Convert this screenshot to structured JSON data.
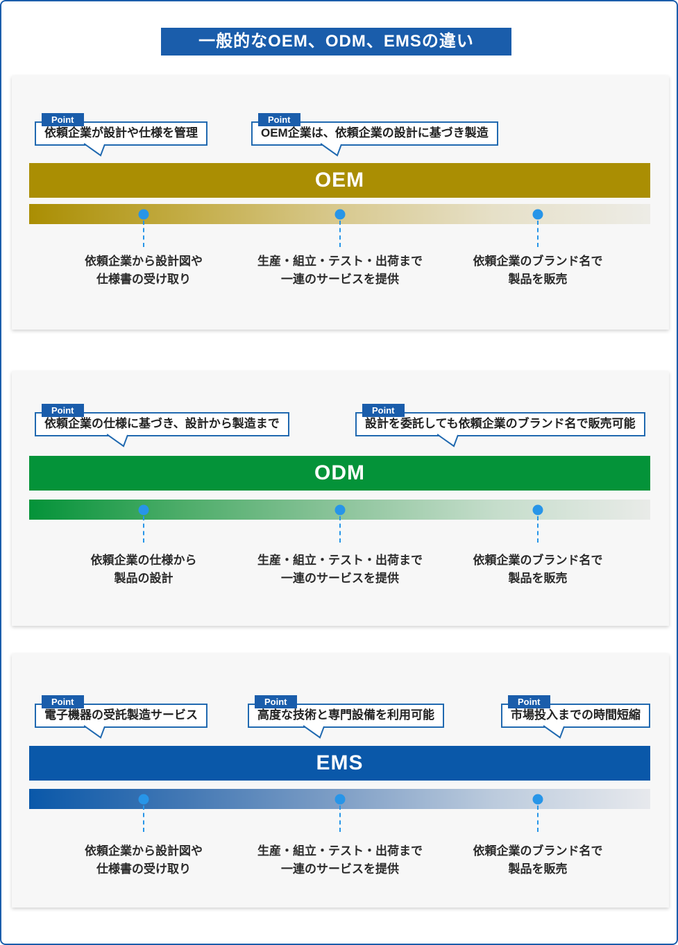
{
  "title": "一般的なOEM、ODM、EMSの違い",
  "point_label": "Point",
  "colors": {
    "frame_border": "#1a5dab",
    "title_bg": "#1a5dab",
    "panel_bg": "#f7f7f7",
    "point_tag_bg": "#1a5dab",
    "callout_border": "#2069b0",
    "dot": "#2795e8",
    "oem_band": "#aa8e03",
    "odm_band": "#049339",
    "ems_band": "#0a58a9",
    "gradient_end": "#ebece9"
  },
  "sections": [
    {
      "name": "OEM",
      "callouts": [
        "依頼企業が設計や仕様を管理",
        "OEM企業は、依頼企業の設計に基づき製造"
      ],
      "steps": [
        {
          "line1": "依頼企業から設計図や",
          "line2": "仕様書の受け取り"
        },
        {
          "line1": "生産・組立・テスト・出荷まで",
          "line2": "一連のサービスを提供"
        },
        {
          "line1": "依頼企業のブランド名で",
          "line2": "製品を販売"
        }
      ]
    },
    {
      "name": "ODM",
      "callouts": [
        "依頼企業の仕様に基づき、設計から製造まで",
        "設計を委託しても依頼企業のブランド名で販売可能"
      ],
      "steps": [
        {
          "line1": "依頼企業の仕様から",
          "line2": "製品の設計"
        },
        {
          "line1": "生産・組立・テスト・出荷まで",
          "line2": "一連のサービスを提供"
        },
        {
          "line1": "依頼企業のブランド名で",
          "line2": "製品を販売"
        }
      ]
    },
    {
      "name": "EMS",
      "callouts": [
        "電子機器の受託製造サービス",
        "高度な技術と専門設備を利用可能",
        "市場投入までの時間短縮"
      ],
      "steps": [
        {
          "line1": "依頼企業から設計図や",
          "line2": "仕様書の受け取り"
        },
        {
          "line1": "生産・組立・テスト・出荷まで",
          "line2": "一連のサービスを提供"
        },
        {
          "line1": "依頼企業のブランド名で",
          "line2": "製品を販売"
        }
      ]
    }
  ]
}
